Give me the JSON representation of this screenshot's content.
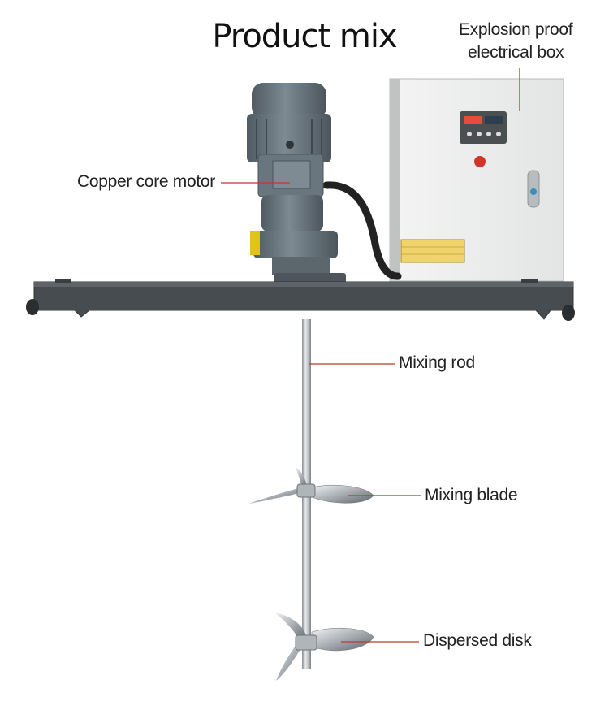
{
  "title": "Product mix",
  "labels": {
    "electrical_box_line1": "Explosion proof",
    "electrical_box_line2": "electrical box",
    "motor": "Copper core motor",
    "rod": "Mixing rod",
    "blade": "Mixing blade",
    "disk": "Dispersed disk"
  },
  "colors": {
    "leader_line": "#c0392b",
    "motor": "#6b7880",
    "frame": "#4a4f54",
    "cabinet": "#eef0ef",
    "steel": "#c8ccd0"
  }
}
